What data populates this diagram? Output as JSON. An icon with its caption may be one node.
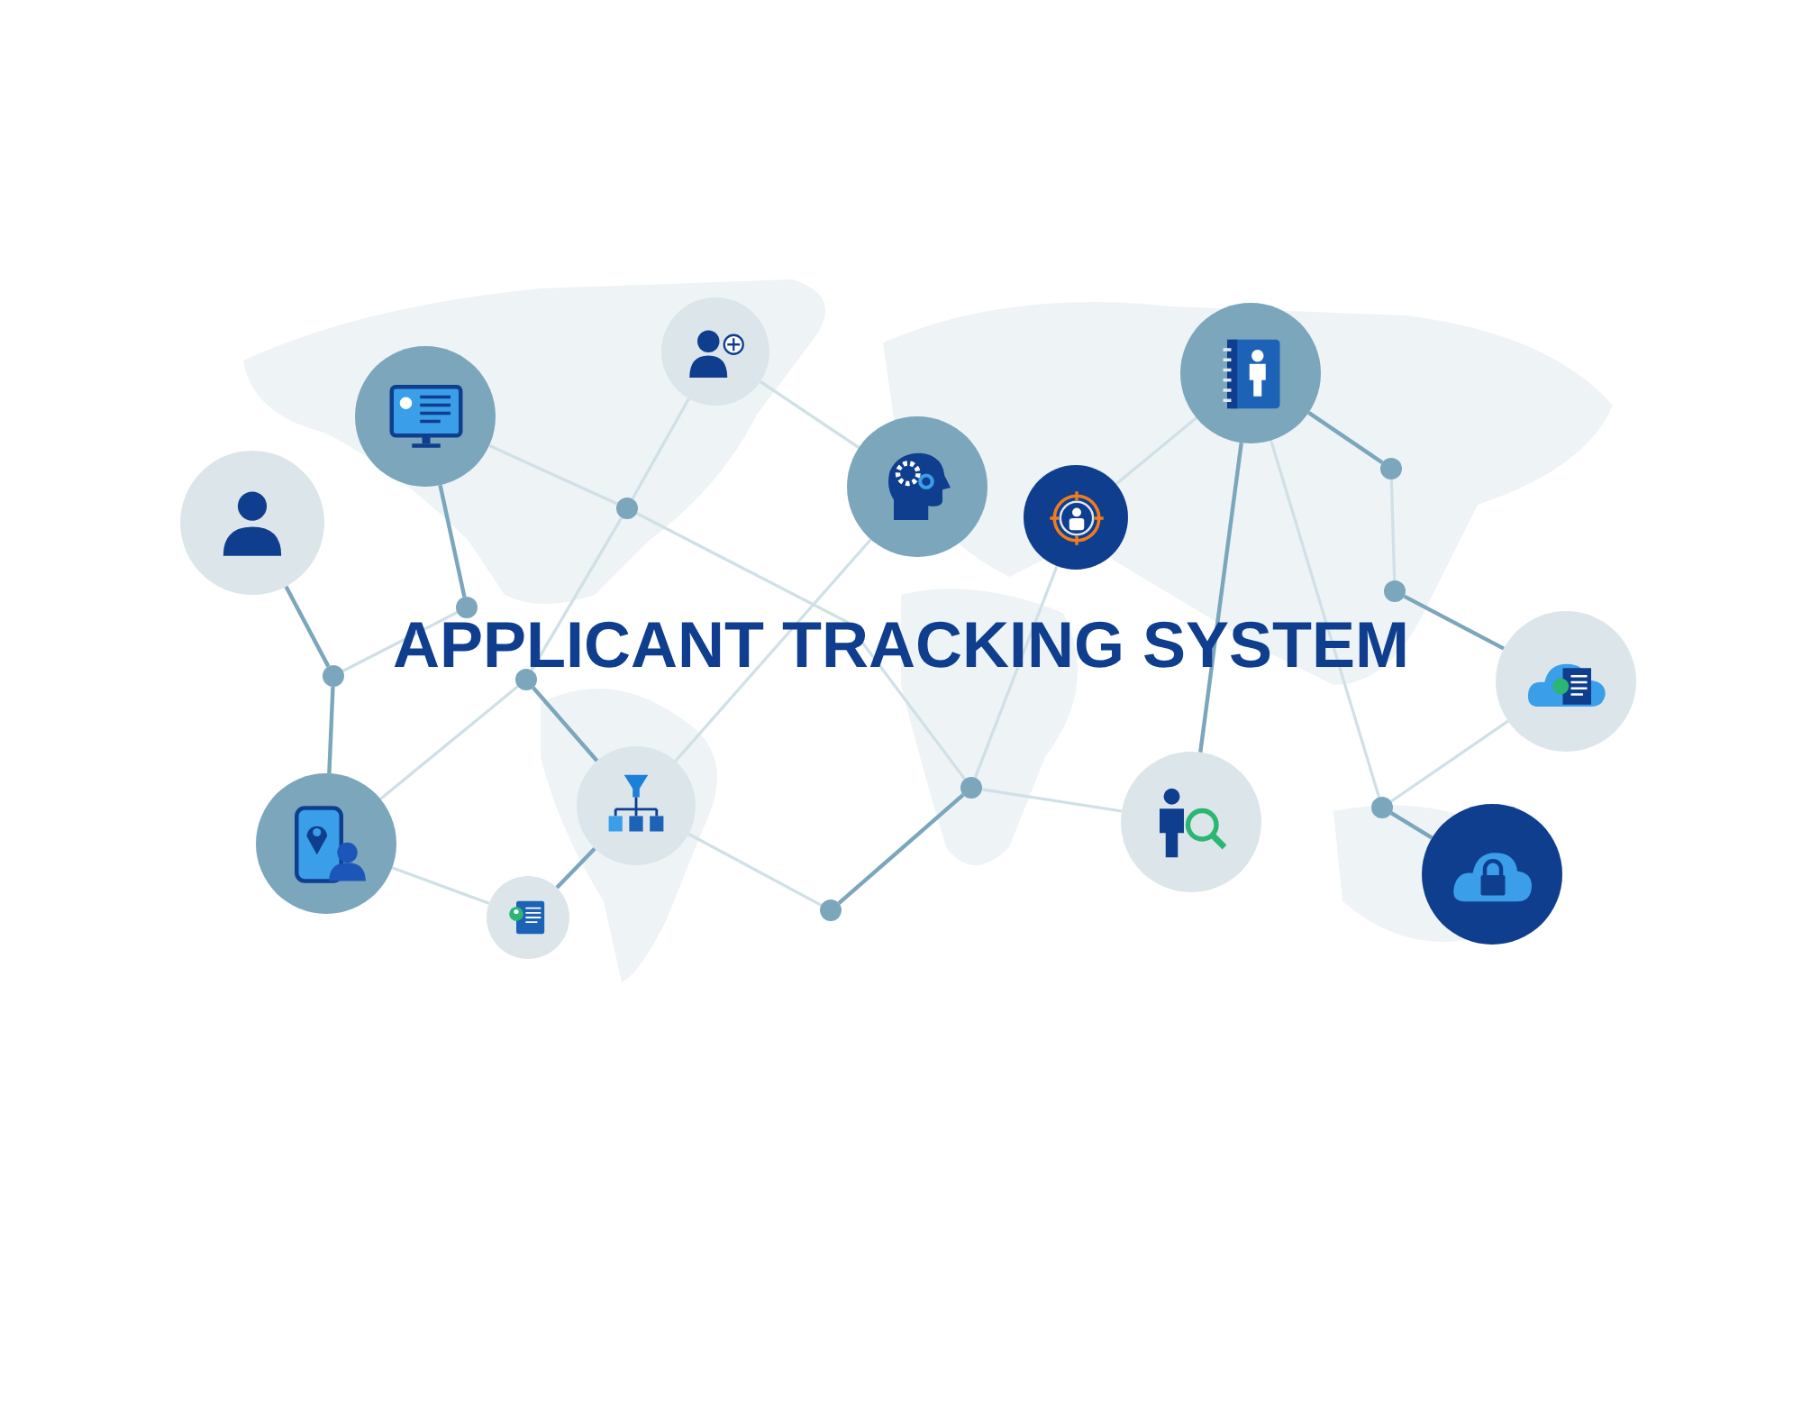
{
  "diagram": {
    "title": "APPLICANT TRACKING SYSTEM",
    "nodes": [
      {
        "text": [],
        "shape": "circle"
      },
      {
        "text": [],
        "shape": "circle"
      },
      {
        "text": [],
        "shape": "circle"
      },
      {
        "text": [],
        "shape": "circle"
      },
      {
        "text": [],
        "shape": "circle"
      },
      {
        "text": [],
        "shape": "circle"
      },
      {
        "text": [],
        "shape": "circle"
      },
      {
        "text": [],
        "shape": "circle"
      },
      {
        "text": [],
        "shape": "circle"
      },
      {
        "text": [],
        "shape": "circle"
      },
      {
        "text": [],
        "shape": "circle"
      },
      {
        "text": [],
        "shape": "circle"
      },
      {
        "text": [],
        "shape": "circle"
      },
      {
        "text": [],
        "shape": "circle"
      },
      {
        "text": [],
        "shape": "circle"
      },
      {
        "text": [],
        "shape": "circle"
      },
      {
        "text": [],
        "shape": "circle"
      },
      {
        "text": [],
        "shape": "circle"
      },
      {
        "text": [],
        "shape": "circle"
      },
      {
        "text": [],
        "shape": "circle"
      },
      {
        "text": [],
        "shape": "circle"
      }
    ],
    "edges": [
      {
        "from": 0,
        "to": 12,
        "arrow": "none",
        "color": "#7ba6bc"
      },
      {
        "from": 12,
        "to": 9,
        "arrow": "none",
        "color": "#7ba6bc"
      },
      {
        "from": 12,
        "to": 13,
        "arrow": "none"
      },
      {
        "from": 1,
        "to": 13,
        "arrow": "none",
        "color": "#7ba6bc"
      },
      {
        "from": 1,
        "to": 14,
        "arrow": "none"
      },
      {
        "from": 14,
        "to": 2,
        "arrow": "none"
      },
      {
        "from": 14,
        "to": 15,
        "arrow": "none"
      },
      {
        "from": 14,
        "to": 17,
        "arrow": "none"
      },
      {
        "from": 2,
        "to": 3,
        "arrow": "none"
      },
      {
        "from": 11,
        "to": 3,
        "arrow": "none"
      },
      {
        "from": 15,
        "to": 9,
        "arrow": "none"
      },
      {
        "from": 15,
        "to": 11,
        "arrow": "none",
        "color": "#7ba6bc"
      },
      {
        "from": 9,
        "to": 10,
        "arrow": "none"
      },
      {
        "from": 10,
        "to": 11,
        "arrow": "none",
        "color": "#7ba6bc"
      },
      {
        "from": 11,
        "to": 16,
        "arrow": "none"
      },
      {
        "from": 16,
        "to": 17,
        "arrow": "none",
        "color": "#7ba6bc"
      },
      {
        "from": 17,
        "to": 8,
        "arrow": "none"
      },
      {
        "from": 17,
        "to": 4,
        "arrow": "none"
      },
      {
        "from": 4,
        "to": 5,
        "arrow": "none"
      },
      {
        "from": 8,
        "to": 5,
        "arrow": "none",
        "color": "#7ba6bc"
      },
      {
        "from": 5,
        "to": 18,
        "arrow": "none",
        "color": "#7ba6bc"
      },
      {
        "from": 5,
        "to": 20,
        "arrow": "none"
      },
      {
        "from": 18,
        "to": 19,
        "arrow": "none"
      },
      {
        "from": 19,
        "to": 6,
        "arrow": "none",
        "color": "#7ba6bc"
      },
      {
        "from": 6,
        "to": 20,
        "arrow": "none"
      },
      {
        "from": 20,
        "to": 7,
        "arrow": "none",
        "color": "#7ba6bc"
      }
    ]
  }
}
